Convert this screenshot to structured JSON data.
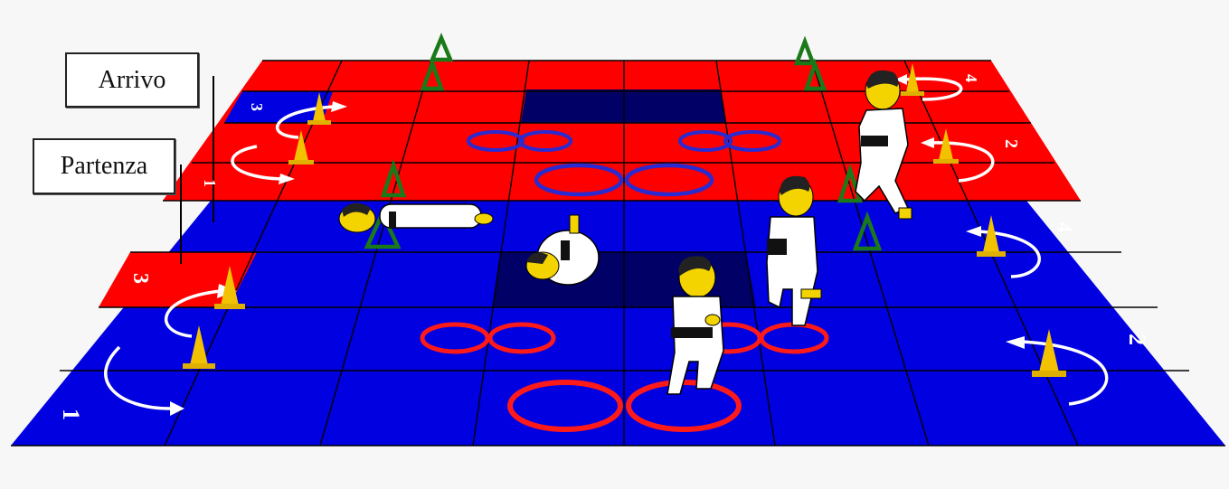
{
  "labels": {
    "arrival": "Arrivo",
    "departure": "Partenza"
  },
  "station_numbers": {
    "red_left": "3",
    "blue_left_1": "1",
    "blue_left_3": "3",
    "red_left_1": "1",
    "red_right_4": "4",
    "red_right_2": "2",
    "blue_right_4": "4",
    "blue_right_2": "2"
  },
  "colors": {
    "red_zone": "#ff0000",
    "blue_zone": "#0000e0",
    "dark_zone": "#000066",
    "grid_line": "#000000",
    "cone": "#f2c200",
    "marker_triangle": "#1a7a1a",
    "ring_blue": "#2a2ad0",
    "ring_red": "#ff1a1a"
  },
  "icons": {
    "cone": "traffic-cone-icon",
    "arrow": "curved-arrow-icon",
    "marker": "green-triangle-marker-icon",
    "person": "judoka-figure-icon"
  }
}
